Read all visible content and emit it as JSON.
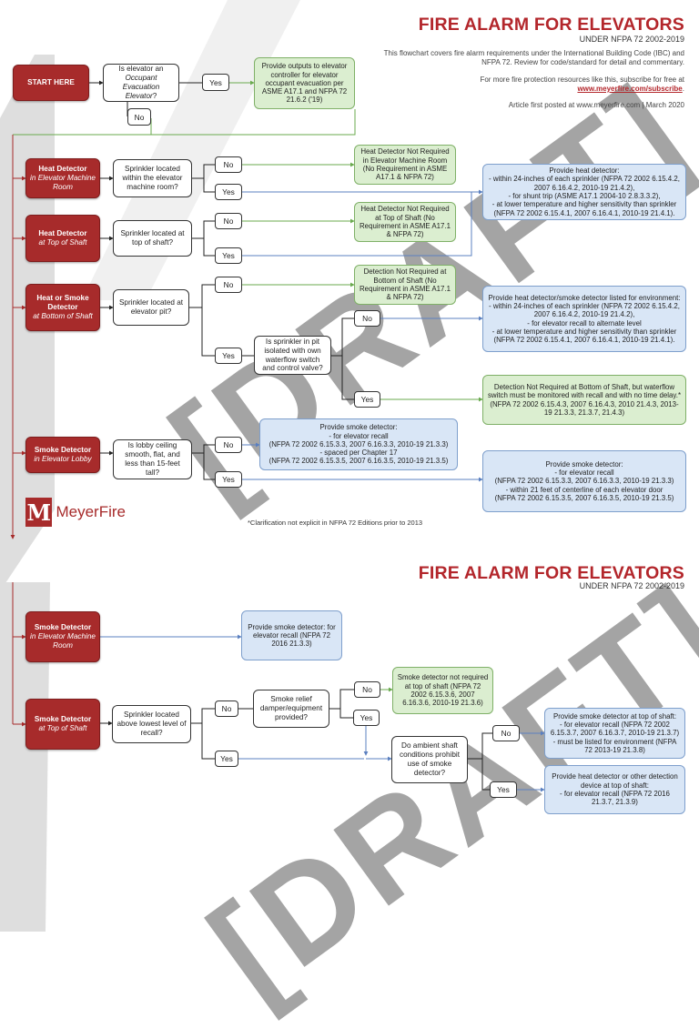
{
  "header": {
    "title": "FIRE ALARM FOR ELEVATORS",
    "subtitle": "UNDER NFPA 72 2002-2019",
    "intro": "This flowchart covers fire alarm requirements under the International Building Code (IBC) and NFPA 72. Review for code/standard for detail and commentary.",
    "resources": "For more fire protection resources like this, subscribe for free at",
    "link": "www.meyerfire.com/subscribe",
    "link_suffix": ".",
    "posted": "Article first posted at www.meyerfire.com | March 2020"
  },
  "watermark": "[DRAFT]",
  "logo": {
    "mark": "M",
    "name": "MeyerFire"
  },
  "footnote": "*Clarification not explicit in NFPA 72 Editions prior to 2013",
  "section2": {
    "title": "FIRE ALARM FOR ELEVATORS",
    "subtitle": "UNDER NFPA 72 2002-2019"
  },
  "labels": {
    "yes": "Yes",
    "no": "No"
  },
  "start": "START HERE",
  "q_occupant": {
    "line1": "Is elevator an",
    "line2": "Occupant Evacuation Elevator",
    "q": "?"
  },
  "out_occupant": "Provide outputs to elevator controller for elevator occupant evacuation per ASME A17.1 and NFPA 72 21.6.2 ('19)",
  "s1": {
    "title": "Heat Detector",
    "sub": "in Elevator Machine Room"
  },
  "q1": "Sprinkler located within the elevator machine room?",
  "g1": "Heat Detector Not Required in Elevator Machine Room (No Requirement in ASME A17.1 & NFPA 72)",
  "b1": {
    "l1": "Provide heat detector:",
    "l2": "- within 24-inches of each sprinkler (NFPA 72 2002 6.15.4.2, 2007 6.16.4.2, 2010-19 21.4.2),",
    "l3": "- for shunt trip (ASME A17.1 2004-10 2.8.3.3.2),",
    "l4": "- at lower temperature and higher sensitivity than sprinkler (NFPA 72 2002 6.15.4.1, 2007 6.16.4.1, 2010-19 21.4.1)."
  },
  "s2": {
    "title": "Heat Detector",
    "sub": "at Top of Shaft"
  },
  "q2": "Sprinkler located at top of shaft?",
  "g2": "Heat Detector Not Required at Top of Shaft (No Requirement in ASME A17.1 & NFPA 72)",
  "s3": {
    "title": "Heat or Smoke Detector",
    "sub": "at Bottom of Shaft"
  },
  "q3": "Sprinkler located at elevator pit?",
  "g3": "Detection Not Required at Bottom of Shaft (No Requirement in ASME A17.1 & NFPA 72)",
  "q3b": "Is sprinkler in pit isolated with own waterflow switch and control valve?",
  "b3": {
    "l1": "Provide heat detector/smoke detector listed for environment:",
    "l2": "- within 24-inches of each sprinkler (NFPA 72 2002 6.15.4.2, 2007 6.16.4.2, 2010-19 21.4.2),",
    "l3": "- for elevator recall to alternate level",
    "l4": "- at lower temperature and higher sensitivity than sprinkler (NFPA 72 2002 6.15.4.1, 2007 6.16.4.1, 2010-19 21.4.1)."
  },
  "g3b": "Detection Not Required at Bottom of Shaft, but waterflow switch must be monitored with recall and with no time delay.* (NFPA 72 2002 6.15.4.3, 2007 6.16.4.3, 2010 21.4.3, 2013-19 21.3.3, 21.3.7, 21.4.3)",
  "s4": {
    "title": "Smoke Detector",
    "sub": "in Elevator Lobby"
  },
  "q4": "Is lobby ceiling smooth, flat, and less than 15-feet tall?",
  "b4a": {
    "l1": "Provide smoke detector:",
    "l2": "- for elevator recall",
    "l3": "(NFPA 72 2002 6.15.3.3, 2007 6.16.3.3, 2010-19 21.3.3)",
    "l4": "- spaced per Chapter 17",
    "l5": "(NFPA 72 2002 6.15.3.5, 2007 6.16.3.5, 2010-19 21.3.5)"
  },
  "b4b": {
    "l1": "Provide smoke detector:",
    "l2": "- for elevator recall",
    "l3": "(NFPA 72 2002 6.15.3.3, 2007 6.16.3.3, 2010-19 21.3.3)",
    "l4": "- within 21 feet of centerline of each elevator door",
    "l5": "(NFPA 72 2002 6.15.3.5, 2007 6.16.3.5, 2010-19 21.3.5)"
  },
  "s5": {
    "title": "Smoke Detector",
    "sub": "in Elevator Machine Room"
  },
  "b5": "Provide smoke detector: for elevator recall (NFPA 72 2016 21.3.3)",
  "s6": {
    "title": "Smoke Detector",
    "sub": "at Top of Shaft"
  },
  "q6": "Sprinkler located above lowest level of recall?",
  "q6b": "Smoke relief damper/equipment provided?",
  "g6": "Smoke detector not required at top of shaft (NFPA 72 2002 6.15.3.6, 2007 6.16.3.6, 2010-19 21.3.6)",
  "q6c": "Do ambient shaft conditions prohibit use of smoke detector?",
  "b6a": {
    "l1": "Provide smoke detector at top of shaft:",
    "l2": "- for elevator recall (NFPA 72 2002 6.15.3.7, 2007 6.16.3.7, 2010-19 21.3.7)",
    "l3": "- must be listed for environment (NFPA 72 2013-19 21.3.8)"
  },
  "b6b": {
    "l1": "Provide heat detector or other detection device at top of shaft:",
    "l2": "- for elevator recall (NFPA 72 2016 21.3.7, 21.3.9)"
  }
}
